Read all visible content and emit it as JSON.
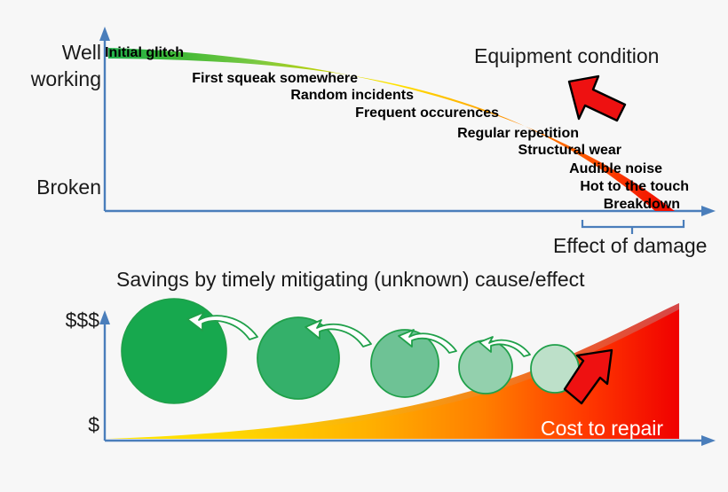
{
  "chart_data": {
    "type": "line",
    "title": "Equipment degradation and cost of repair",
    "panels": [
      {
        "name": "equipment-condition",
        "ylabel_top": "Well\nworking",
        "ylabel_bottom": "Broken",
        "caption": "Equipment condition",
        "bracket_label": "Effect of damage",
        "curve_description": "Decaying condition curve, thick band colored green to red",
        "gradient_stops": [
          "#22b14c",
          "#7ac943",
          "#c8d400",
          "#ffe400",
          "#ffc000",
          "#ff8c00",
          "#ff5000",
          "#f01000"
        ],
        "stages": [
          "Initial glitch",
          "First squeak somewhere",
          "Random incidents",
          "Frequent occurences",
          "Regular repetition",
          "Structural wear",
          "Audible noise",
          "Hot to the touch",
          "Breakdown"
        ]
      },
      {
        "name": "cost-to-repair",
        "ylabel_top": "$$$",
        "ylabel_bottom": "$",
        "caption": "Savings by timely mitigating (unknown) cause/effect",
        "cost_label": "Cost to repair",
        "curve_description": "Exponentially rising cost area, yellow to red",
        "gradient_stops": [
          "#ffe400",
          "#ffd400",
          "#ffae00",
          "#ff7000",
          "#ff2000",
          "#ee0000"
        ],
        "savings_circles": [
          {
            "index": 1,
            "diameter": 118,
            "color": "#17a84e"
          },
          {
            "index": 2,
            "diameter": 92,
            "color": "#34b06a"
          },
          {
            "index": 3,
            "diameter": 77,
            "color": "#6ec295"
          },
          {
            "index": 4,
            "diameter": 60,
            "color": "#93d0ad"
          },
          {
            "index": 5,
            "diameter": 54,
            "color": "#bde0c9"
          }
        ],
        "arrow_count": 4
      }
    ]
  },
  "top_panel": {
    "y_axis_top_line1": "Well",
    "y_axis_top_line2": "working",
    "y_axis_bottom": "Broken",
    "caption": "Equipment condition",
    "bracket_label": "Effect of damage",
    "stages": [
      "Initial glitch",
      "First squeak somewhere",
      "Random incidents",
      "Frequent occurences",
      "Regular repetition",
      "Structural wear",
      "Audible noise",
      "Hot to the touch",
      "Breakdown"
    ]
  },
  "bottom_panel": {
    "caption": "Savings by timely mitigating (unknown) cause/effect",
    "y_axis_top": "$$$",
    "y_axis_bottom": "$",
    "cost_label": "Cost to repair"
  },
  "colors": {
    "axis": "#4a7ebb",
    "arrow_red": "#ee1111",
    "arrow_outline": "#000000",
    "text": "#1a1a1a",
    "background": "#f7f7f7",
    "circle_outline": "#20a04a",
    "curve_green": "#22b14c",
    "curve_red": "#f01000",
    "cost_yellow": "#ffe400"
  }
}
